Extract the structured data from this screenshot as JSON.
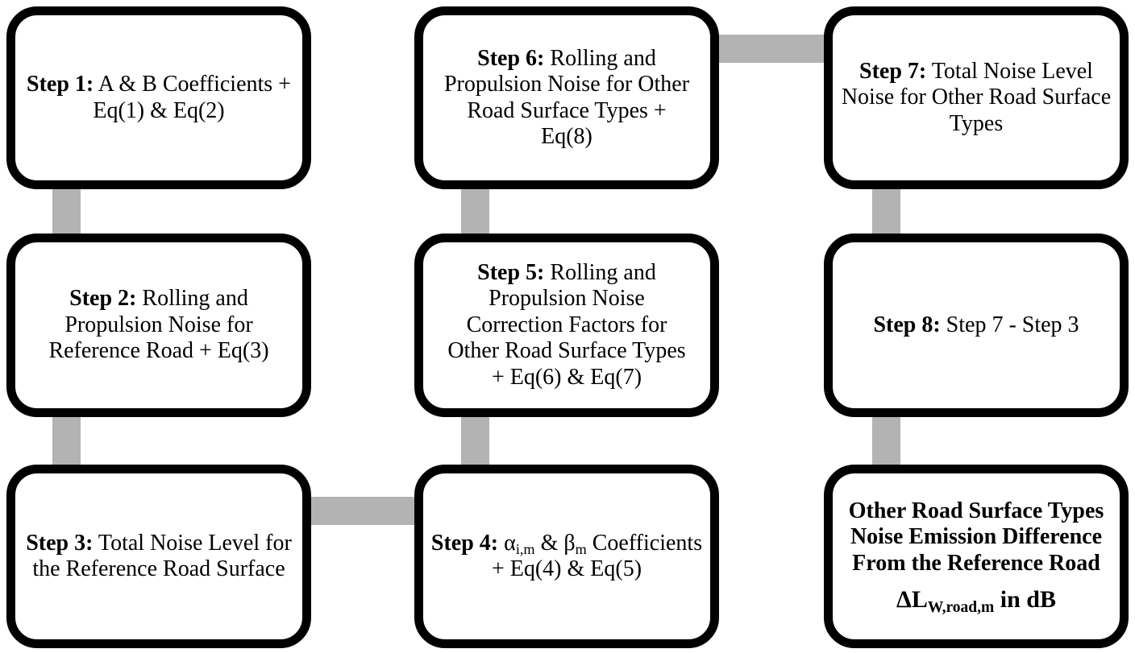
{
  "diagram_type": "flowchart",
  "colors": {
    "border": "#000000",
    "fill": "#ffffff",
    "connector": "#b3b3b3",
    "text": "#000000"
  },
  "boxes": [
    {
      "id": "step1",
      "prefix": "Step 1:",
      "text": " A & B Coefficients + Eq(1) & Eq(2)"
    },
    {
      "id": "step2",
      "prefix": "Step 2:",
      "text": " Rolling and Propulsion Noise for Reference Road + Eq(3)"
    },
    {
      "id": "step3",
      "prefix": "Step 3:",
      "text": " Total Noise Level for the Reference Road Surface"
    },
    {
      "id": "step4",
      "prefix": "Step 4:",
      "t1": " α",
      "sub1": "i,m",
      "t2": " & β",
      "sub2": "m",
      "t3": " Coefficients + Eq(4) & Eq(5)"
    },
    {
      "id": "step5",
      "prefix": "Step 5:",
      "text": " Rolling and Propulsion Noise Correction Factors for Other Road Surface Types + Eq(6) & Eq(7)"
    },
    {
      "id": "step6",
      "prefix": "Step 6:",
      "text": " Rolling and Propulsion Noise for Other Road Surface Types + Eq(8)"
    },
    {
      "id": "step7",
      "prefix": "Step 7:",
      "text": " Total Noise Level Noise for Other Road Surface Types"
    },
    {
      "id": "step8",
      "prefix": "Step 8:",
      "text": " Step 7 - Step 3"
    },
    {
      "id": "result",
      "line1": "Other Road Surface Types Noise Emission Difference From the Reference Road",
      "formula_t1": "ΔL",
      "formula_sub": "W,road,m",
      "formula_t2": " in dB"
    }
  ],
  "edges": [
    {
      "from": "step1",
      "to": "step2",
      "orientation": "vertical"
    },
    {
      "from": "step2",
      "to": "step3",
      "orientation": "vertical"
    },
    {
      "from": "step3",
      "to": "step4",
      "orientation": "horizontal"
    },
    {
      "from": "step4",
      "to": "step5",
      "orientation": "vertical"
    },
    {
      "from": "step5",
      "to": "step6",
      "orientation": "vertical"
    },
    {
      "from": "step6",
      "to": "step7",
      "orientation": "horizontal"
    },
    {
      "from": "step7",
      "to": "step8",
      "orientation": "vertical"
    },
    {
      "from": "step8",
      "to": "result",
      "orientation": "vertical"
    }
  ]
}
